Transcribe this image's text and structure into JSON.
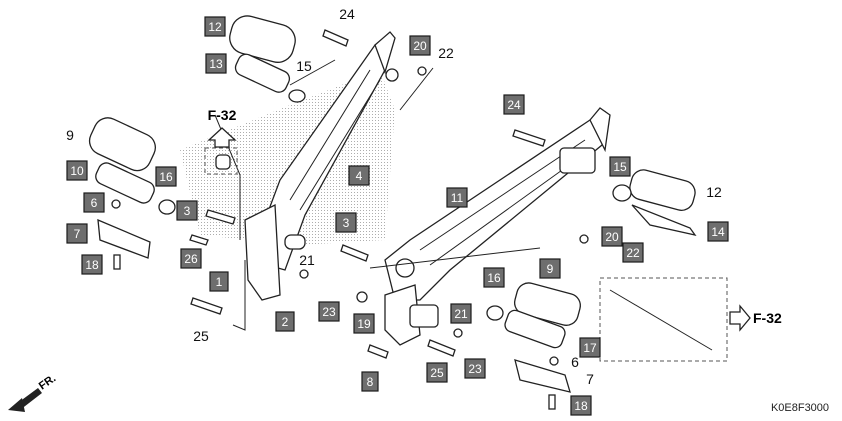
{
  "diagram": {
    "code": "K0E8F3000",
    "refs": [
      "F-32",
      "F-32"
    ],
    "direction": "FR.",
    "callouts": {
      "boxed": [
        "12",
        "13",
        "20",
        "24",
        "10",
        "16",
        "6",
        "3",
        "4",
        "11",
        "15",
        "7",
        "26",
        "1",
        "3",
        "20",
        "14",
        "22",
        "9",
        "16",
        "18",
        "2",
        "23",
        "21",
        "19",
        "17",
        "8",
        "25",
        "23",
        "18"
      ],
      "plain": [
        "24",
        "22",
        "15",
        "9",
        "12",
        "21",
        "25",
        "6",
        "7"
      ]
    },
    "colors": {
      "callout_box": "#6e6e6e",
      "callout_text": "#ffffff",
      "lines": "#222222"
    }
  }
}
